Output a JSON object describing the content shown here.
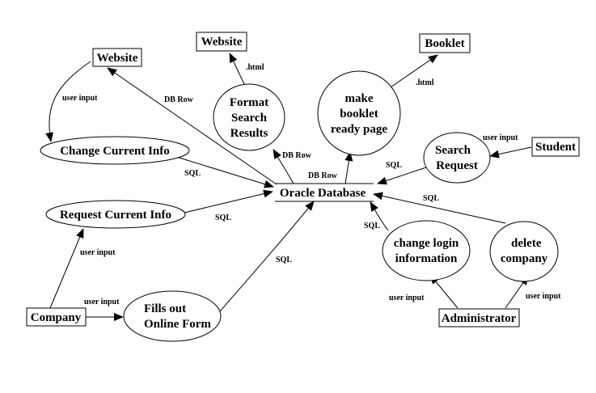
{
  "nodes": {
    "website_1": "Website",
    "website_2": "Website",
    "booklet": "Booklet",
    "student": "Student",
    "company": "Company",
    "administrator": "Administrator",
    "oracle_database": "Oracle Database",
    "change_current_info": "Change Current Info",
    "request_current_info": "Request Current Info",
    "fills_out_online_form": [
      "Fills out",
      "Online Form"
    ],
    "format_search_results": [
      "Format",
      "Search",
      "Results"
    ],
    "make_booklet_ready_page": [
      "make",
      "booklet",
      "ready page"
    ],
    "search_request": [
      "Search",
      "Request"
    ],
    "change_login_information": [
      "change login",
      "information"
    ],
    "delete_company": [
      "delete",
      "company"
    ]
  },
  "edge_labels": {
    "website_to_change": "user input",
    "db_to_website": "DB Row",
    "change_to_db": "SQL",
    "request_to_db": "SQL",
    "company_to_request": "user input",
    "company_to_form": "user input",
    "form_to_db": "SQL",
    "format_to_website": ".html",
    "db_to_format": "DB Row",
    "db_to_booklet_page": "DB Row",
    "booklet_page_to_booklet": ".html",
    "student_to_search": "user input",
    "search_to_db": "SQL",
    "delete_to_db": "SQL",
    "login_to_db": "SQL",
    "admin_to_login": "user input",
    "admin_to_delete": "user input"
  }
}
